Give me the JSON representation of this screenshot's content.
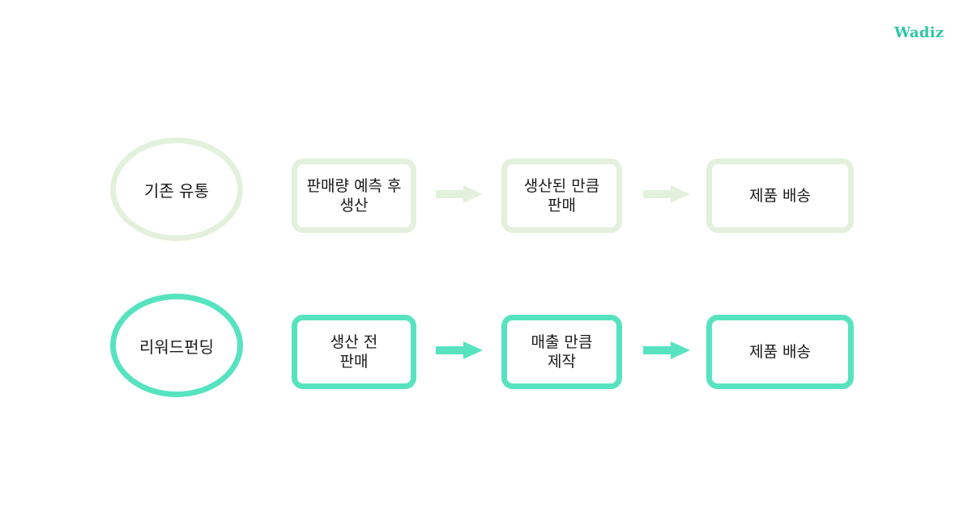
{
  "brand": {
    "logo_text": "Wadiz",
    "color": "#2ec7a3"
  },
  "colors": {
    "legacy": "#e3f1dc",
    "reward": "#57e3c0"
  },
  "rows": [
    {
      "label": "기존 유통",
      "steps": [
        {
          "line1": "판매량 예측 후",
          "line2": "생산"
        },
        {
          "line1": "생산된 만큼",
          "line2": "판매"
        },
        {
          "line1": "제품 배송",
          "line2": ""
        }
      ]
    },
    {
      "label": "리워드펀딩",
      "steps": [
        {
          "line1": "생산 전",
          "line2": "판매"
        },
        {
          "line1": "매출 만큼",
          "line2": "제작"
        },
        {
          "line1": "제품 배송",
          "line2": ""
        }
      ]
    }
  ]
}
